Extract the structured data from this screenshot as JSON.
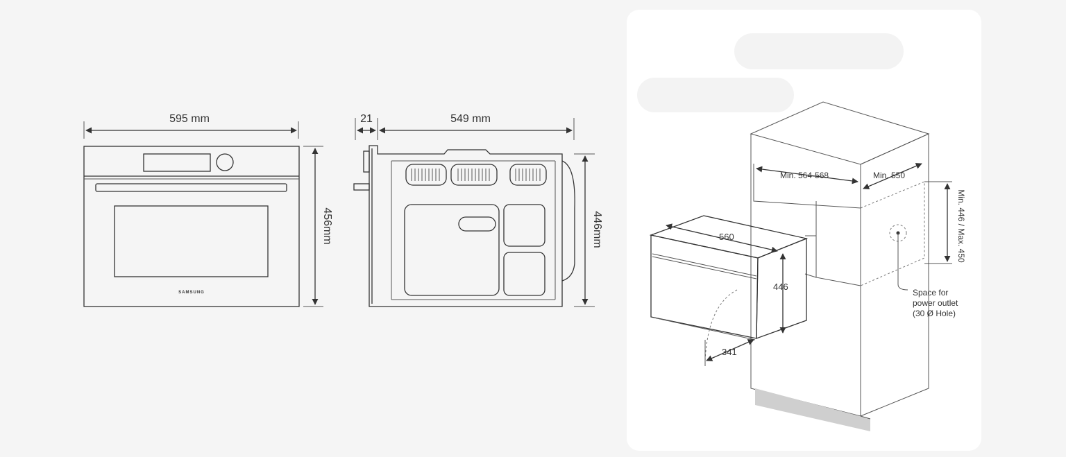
{
  "front_view": {
    "width_label": "595 mm",
    "height_label": "456mm",
    "brand": "SAMSUNG"
  },
  "side_view": {
    "depth_front_label": "21",
    "depth_label": "549 mm",
    "height_label": "446mm"
  },
  "installation": {
    "cabinet_width_label": "Min. 564-568",
    "cabinet_depth_label": "Min. 550",
    "cabinet_height_label": "Min. 446 / Max. 450",
    "oven_width_label": "560",
    "oven_height_label": "446",
    "door_open_label": "341",
    "outlet_note_line1": "Space for",
    "outlet_note_line2": "power outlet",
    "outlet_note_line3": "(30 Ø Hole)"
  },
  "colors": {
    "background": "#f5f5f5",
    "card": "#ffffff",
    "line": "#333333",
    "plinth": "#cfcfcf"
  }
}
